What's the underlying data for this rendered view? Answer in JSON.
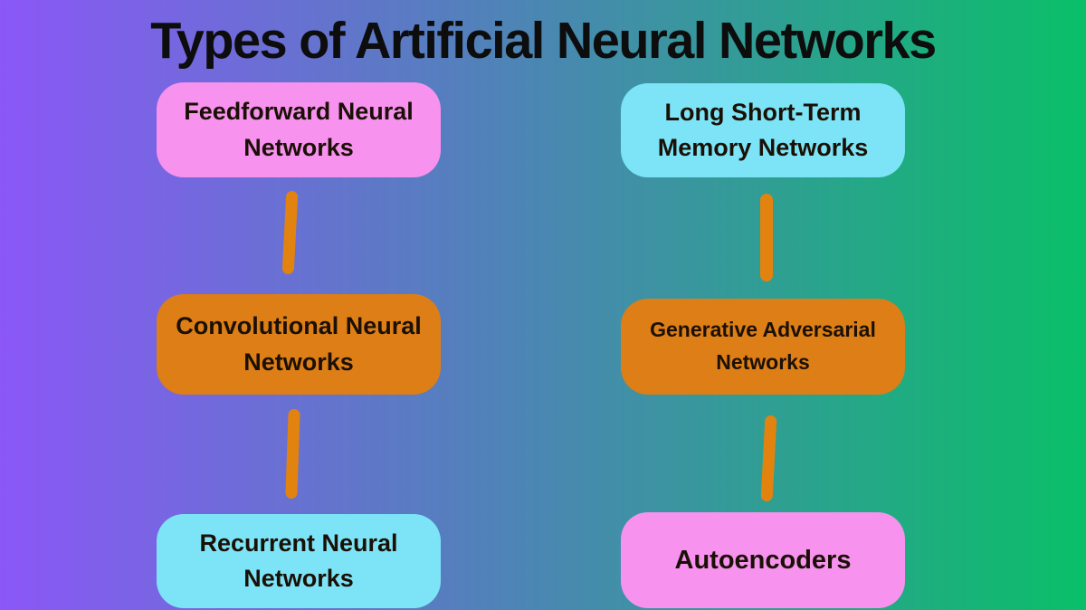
{
  "title": "Types of Artificial Neural Networks",
  "colors": {
    "background_gradient": "linear-gradient(90deg, #8b57f7 0%, #4a87b2 50%, #0abf68 100%)",
    "background_left": "#8b57f7",
    "background_middle": "#4a87b2",
    "background_right": "#0abf68",
    "pink": "#f792ee",
    "cyan": "#7ce4f6",
    "orange": "#dd7e16",
    "connector": "#e2830f",
    "title_text": "#0d0d0d",
    "node_text": "#1a1006"
  },
  "diagram": {
    "columns": [
      {
        "nodes": [
          {
            "label": "Feedforward Neural Networks",
            "color": "pink"
          },
          {
            "label": "Convolutional Neural Networks",
            "color": "orange"
          },
          {
            "label": "Recurrent Neural Networks",
            "color": "cyan"
          }
        ]
      },
      {
        "nodes": [
          {
            "label": "Long Short-Term Memory Networks",
            "color": "cyan"
          },
          {
            "label": "Generative Adversarial Networks",
            "color": "orange"
          },
          {
            "label": "Autoencoders",
            "color": "pink"
          }
        ]
      }
    ]
  }
}
